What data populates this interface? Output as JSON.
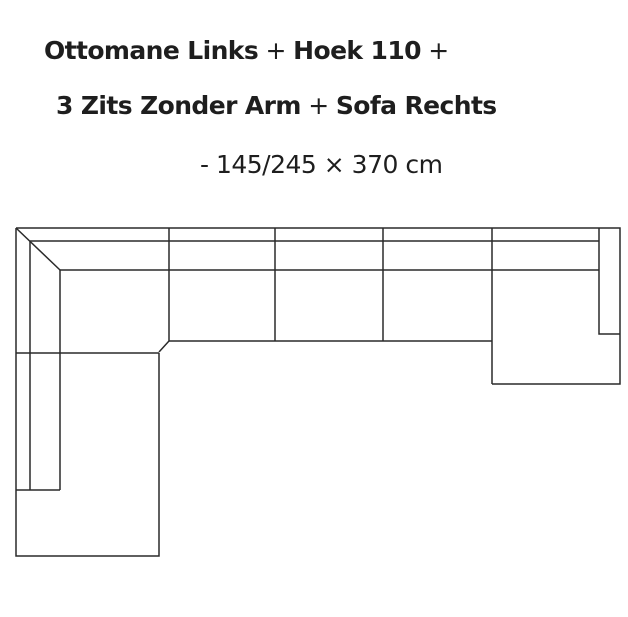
{
  "title": {
    "line1": {
      "part1": "Ottomane Links",
      "sep1": " + ",
      "part2": "Hoek 110",
      "sep2": " +"
    },
    "line2": {
      "part1": "3 Zits Zonder Arm",
      "sep1": " + ",
      "part2": "Sofa Rechts"
    }
  },
  "dimensions": "- 145/245 × 370 cm",
  "diagram": {
    "modules": [
      {
        "name": "Ottomane Links",
        "position": "left"
      },
      {
        "name": "Hoek 110",
        "position": "corner"
      },
      {
        "name": "3 Zits Zonder Arm",
        "position": "middle",
        "seats": 3
      },
      {
        "name": "Sofa Rechts",
        "position": "right"
      }
    ],
    "line_color": "#2a2a2a"
  }
}
